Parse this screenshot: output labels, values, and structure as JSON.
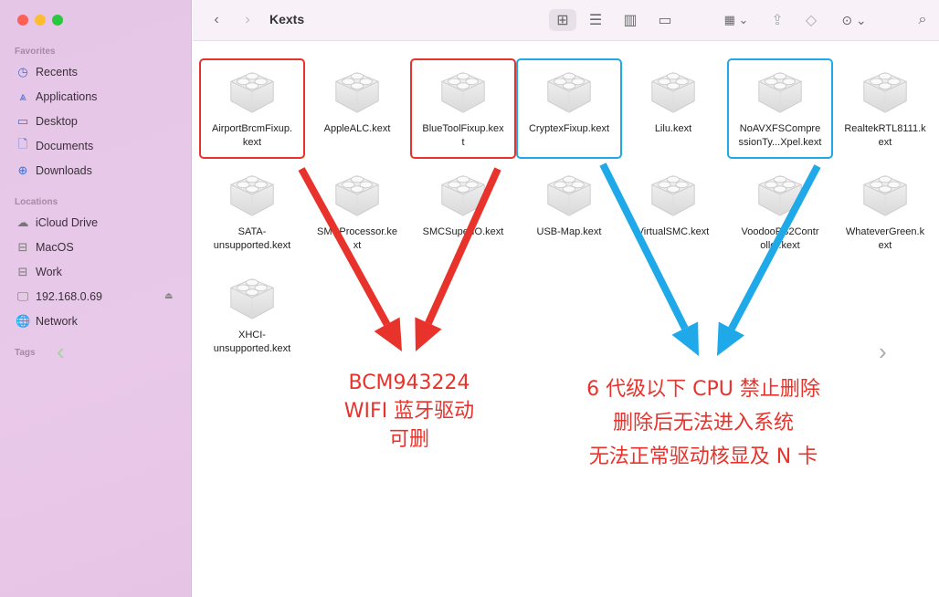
{
  "window": {
    "title": "Kexts",
    "traffic_lights": [
      "#fe5f57",
      "#febc2e",
      "#28c840"
    ]
  },
  "sidebar": {
    "favorites_label": "Favorites",
    "favorites": [
      {
        "label": "Recents",
        "icon": "clock-icon"
      },
      {
        "label": "Applications",
        "icon": "applications-icon"
      },
      {
        "label": "Desktop",
        "icon": "desktop-icon"
      },
      {
        "label": "Documents",
        "icon": "document-icon"
      },
      {
        "label": "Downloads",
        "icon": "download-icon"
      }
    ],
    "locations_label": "Locations",
    "locations": [
      {
        "label": "iCloud Drive",
        "icon": "cloud-icon"
      },
      {
        "label": "MacOS",
        "icon": "drive-icon"
      },
      {
        "label": "Work",
        "icon": "drive-icon"
      },
      {
        "label": "192.168.0.69",
        "icon": "server-icon"
      },
      {
        "label": "Network",
        "icon": "network-icon"
      }
    ],
    "tags_label": "Tags"
  },
  "files": [
    {
      "name": "AirportBrcmFixup.\nkext",
      "highlight": "red"
    },
    {
      "name": "AppleALC.kext"
    },
    {
      "name": "BlueToolFixup.kex\nt",
      "highlight": "red"
    },
    {
      "name": "CryptexFixup.kext",
      "highlight": "blue"
    },
    {
      "name": "Lilu.kext"
    },
    {
      "name": "NoAVXFSCompre\nssionTy...Xpel.kext",
      "highlight": "blue"
    },
    {
      "name": "RealtekRTL8111.k\next"
    },
    {
      "name": "SATA-\nunsupported.kext"
    },
    {
      "name": "SMCProcessor.ke\nxt"
    },
    {
      "name": "SMCSuperIO.kext"
    },
    {
      "name": "USB-Map.kext"
    },
    {
      "name": "VirtualSMC.kext"
    },
    {
      "name": "VoodooPS2Contr\noller.kext"
    },
    {
      "name": "WhateverGreen.k\next"
    },
    {
      "name": "XHCI-\nunsupported.kext"
    }
  ],
  "annotations": {
    "red": [
      "BCM943224",
      "WIFI 蓝牙驱动",
      "可删"
    ],
    "blue": [
      "6 代级以下 CPU 禁止删除",
      "删除后无法进入系统",
      "无法正常驱动核显及 N 卡"
    ],
    "colors": {
      "red": "#e8322c",
      "blue": "#1fa9e8"
    }
  }
}
